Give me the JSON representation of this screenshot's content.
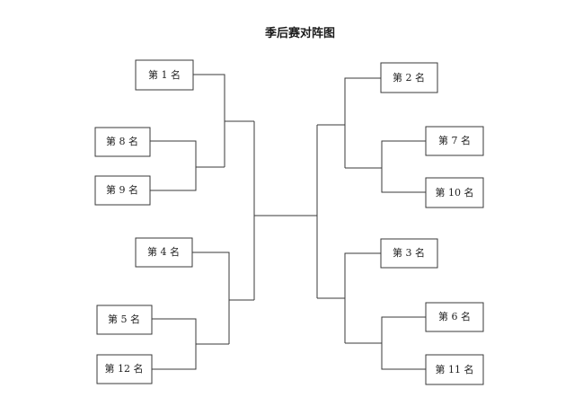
{
  "title": "季后赛对阵图",
  "seeds": {
    "s1": "第 1 名",
    "s8": "第 8 名",
    "s9": "第 9 名",
    "s4": "第 4 名",
    "s5": "第 5 名",
    "s12": "第 12 名",
    "s2": "第 2 名",
    "s7": "第 7 名",
    "s10": "第 10 名",
    "s3": "第 3 名",
    "s6": "第 6 名",
    "s11": "第 11 名"
  }
}
